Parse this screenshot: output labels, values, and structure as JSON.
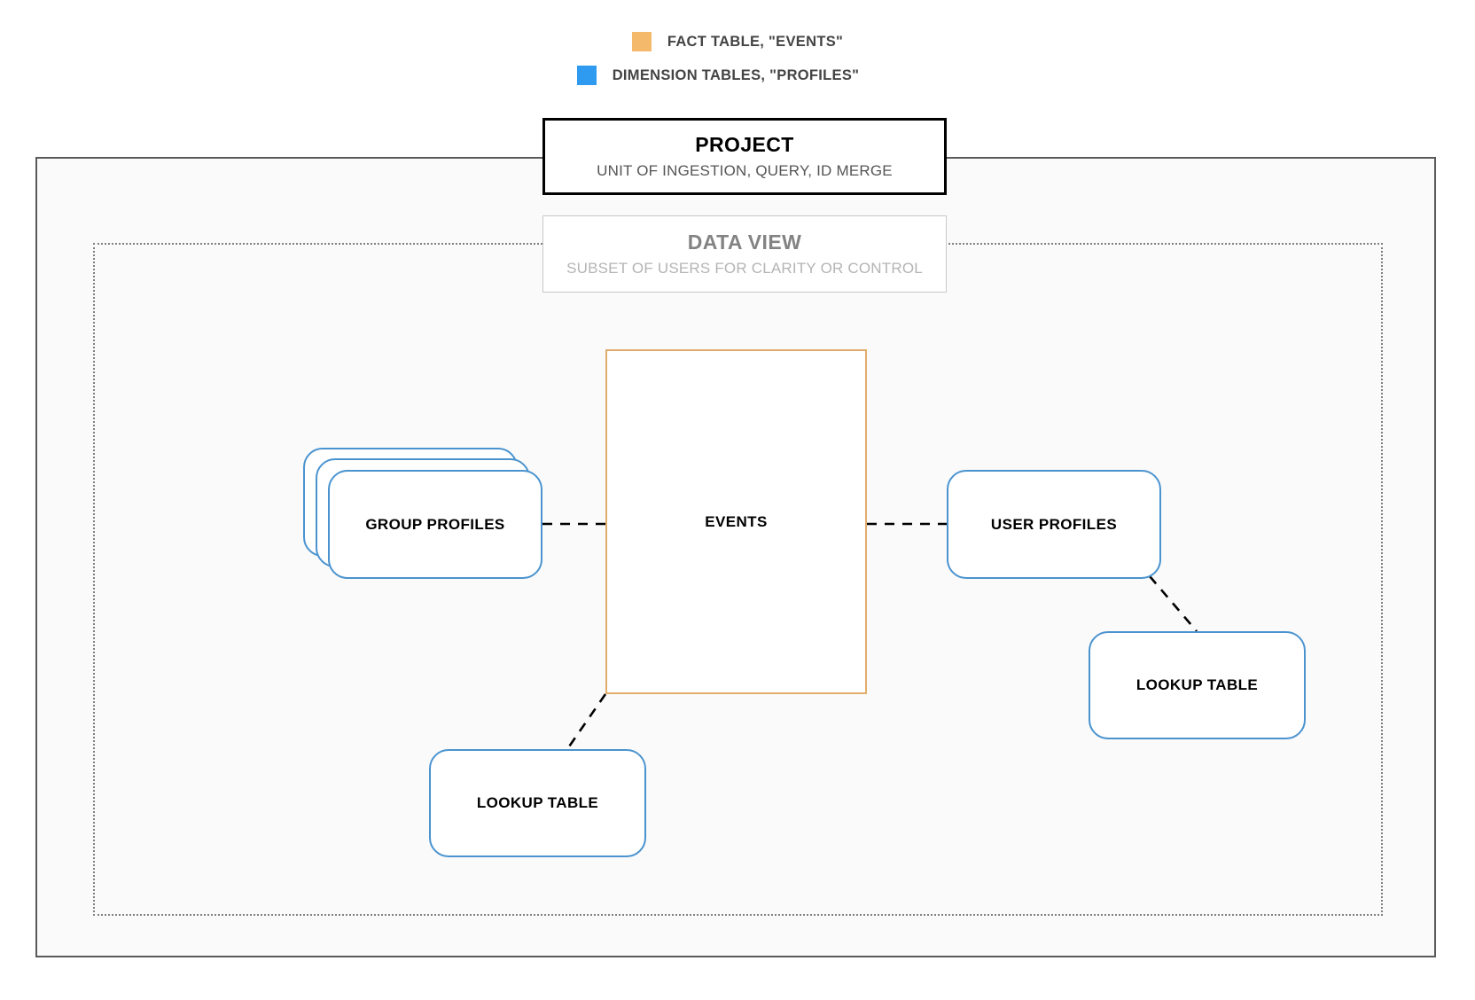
{
  "legend": {
    "items": [
      {
        "label": "FACT TABLE, \"EVENTS\"",
        "color": "#f5b96b",
        "icon": "orange-square-swatch"
      },
      {
        "label": "DIMENSION TABLES, \"PROFILES\"",
        "color": "#2e9bf0",
        "icon": "blue-square-swatch"
      }
    ]
  },
  "project": {
    "title": "PROJECT",
    "subtitle": "UNIT OF INGESTION, QUERY, ID MERGE",
    "border_color": "#000000"
  },
  "data_view": {
    "title": "DATA VIEW",
    "subtitle": "SUBSET OF USERS FOR CLARITY OR CONTROL",
    "border_color": "#c8c8c8"
  },
  "nodes": {
    "events": {
      "label": "EVENTS",
      "type": "fact-table",
      "border_color": "#e2ad6a"
    },
    "group_profiles": {
      "label": "GROUP PROFILES",
      "type": "dimension-table-stack",
      "border_color": "#4a93cf",
      "stack_count": 3
    },
    "user_profiles": {
      "label": "USER PROFILES",
      "type": "dimension-table",
      "border_color": "#4a93cf"
    },
    "lookup_table_right": {
      "label": "LOOKUP TABLE",
      "type": "dimension-table",
      "border_color": "#4a93cf"
    },
    "lookup_table_left": {
      "label": "LOOKUP TABLE",
      "type": "dimension-table",
      "border_color": "#4a93cf"
    }
  },
  "connections": [
    {
      "from": "group_profiles",
      "to": "events",
      "style": "dashed"
    },
    {
      "from": "events",
      "to": "user_profiles",
      "style": "dashed"
    },
    {
      "from": "user_profiles",
      "to": "lookup_table_right",
      "style": "dashed"
    },
    {
      "from": "events",
      "to": "lookup_table_left",
      "style": "dashed"
    }
  ],
  "colors": {
    "canvas_background": "#ffffff",
    "project_fill": "#fafafa",
    "dotted_border": "#808080",
    "outer_border": "#5a5a5a",
    "connector": "#000000"
  }
}
